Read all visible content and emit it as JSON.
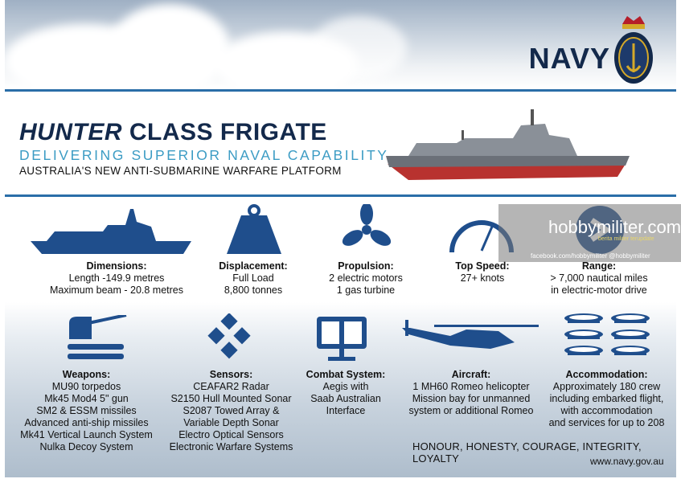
{
  "header": {
    "logo_text": "NAVY",
    "title_italic": "HUNTER",
    "title_rest": "CLASS FRIGATE",
    "subtitle": "DELIVERING SUPERIOR NAVAL CAPABILITY",
    "tagline": "AUSTRALIA'S NEW ANTI-SUBMARINE WARFARE PLATFORM"
  },
  "specs": [
    {
      "label": "Dimensions:",
      "lines": [
        "Length -149.9 metres",
        "Maximum beam - 20.8 metres"
      ],
      "icon": "ship-silhouette-icon"
    },
    {
      "label": "Displacement:",
      "lines": [
        "Full Load",
        "8,800 tonnes"
      ],
      "icon": "weight-icon"
    },
    {
      "label": "Propulsion:",
      "lines": [
        "2 electric motors",
        "1 gas turbine"
      ],
      "icon": "propeller-icon"
    },
    {
      "label": "Top Speed:",
      "lines": [
        "27+ knots"
      ],
      "icon": "speedometer-icon"
    },
    {
      "label": "Range:",
      "lines": [
        "> 7,000 nautical miles",
        "in electric-motor drive"
      ],
      "icon": "arrow-circle-icon"
    }
  ],
  "capabilities": [
    {
      "label": "Weapons:",
      "lines": [
        "MU90 torpedos",
        "Mk45 Mod4 5\" gun",
        "SM2 & ESSM missiles",
        "Advanced anti-ship missiles",
        "Mk41 Vertical Launch System",
        "Nulka Decoy System"
      ]
    },
    {
      "label": "Sensors:",
      "lines": [
        "CEAFAR2 Radar",
        "S2150 Hull Mounted Sonar",
        "S2087 Towed Array &",
        "Variable Depth Sonar",
        "Electro Optical Sensors",
        "Electronic Warfare Systems"
      ]
    },
    {
      "label": "Combat System:",
      "lines": [
        "Aegis with",
        "Saab Australian",
        "Interface"
      ]
    },
    {
      "label": "Aircraft:",
      "lines": [
        "1 MH60 Romeo helicopter",
        "Mission bay for unmanned",
        "system or additional Romeo"
      ]
    },
    {
      "label": "Accommodation:",
      "lines": [
        "Approximately 180 crew",
        "including embarked flight,",
        "with accommodation",
        "and services for up to 208"
      ]
    }
  ],
  "footer": {
    "motto": "HONOUR, HONESTY, COURAGE, INTEGRITY, LOYALTY",
    "url": "www.navy.gov.au"
  },
  "watermark": {
    "site": "hobbymiliter.com",
    "slogan": "berita militer terupdate",
    "social": "facebook.com/hobbymiliter   @hobbymiliter"
  },
  "colors": {
    "navy": "#13294b",
    "accent": "#3c9cc4",
    "icon": "#1f4e8c"
  }
}
